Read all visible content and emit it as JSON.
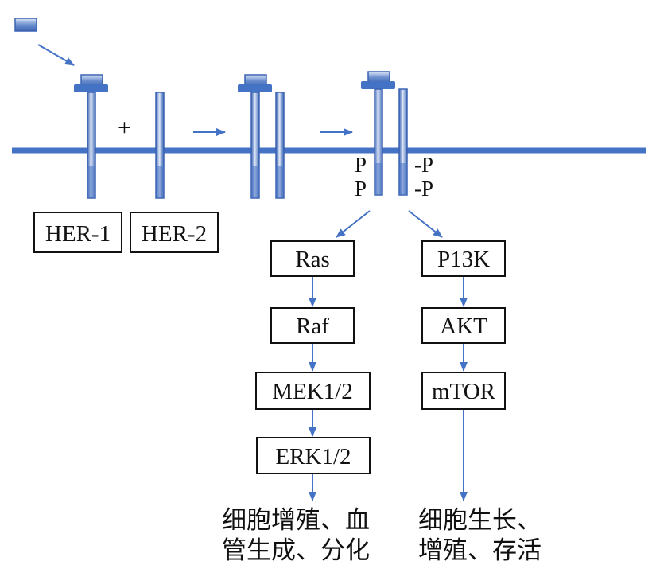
{
  "colors": {
    "accent": "#4472c4",
    "box_border": "#111111"
  },
  "icons": {
    "ligand": "ligand-rect-icon",
    "receptor": "receptor-bar-icon",
    "arrow": "arrow-icon"
  },
  "receptor_labels": {
    "her1": "HER-1",
    "her2": "HER-2"
  },
  "operators": {
    "plus": "+"
  },
  "phospho": {
    "left_top": "P",
    "left_bottom": "P",
    "right_top": "-P",
    "right_bottom": "-P"
  },
  "ras_pathway": [
    "Ras",
    "Raf",
    "MEK1/2",
    "ERK1/2"
  ],
  "pi3k_pathway": [
    "P13K",
    "AKT",
    "mTOR"
  ],
  "outcomes": {
    "ras": [
      "细胞增殖、血",
      "管生成、分化"
    ],
    "pi3k": [
      "细胞生长、",
      "增殖、存活"
    ]
  }
}
